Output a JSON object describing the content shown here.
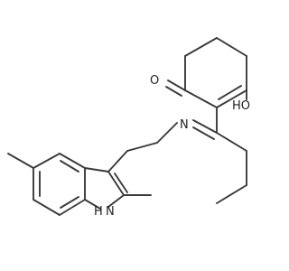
{
  "molecule": {
    "atom_labels": {
      "oxygen_ketone": "O",
      "hydroxyl": "HO",
      "imine_nitrogen": "N",
      "indole_nh_h": "H",
      "indole_nh_n": "N"
    },
    "colors": {
      "bond": "#3a3a3a",
      "text": "#222222",
      "background": "#ffffff"
    }
  }
}
